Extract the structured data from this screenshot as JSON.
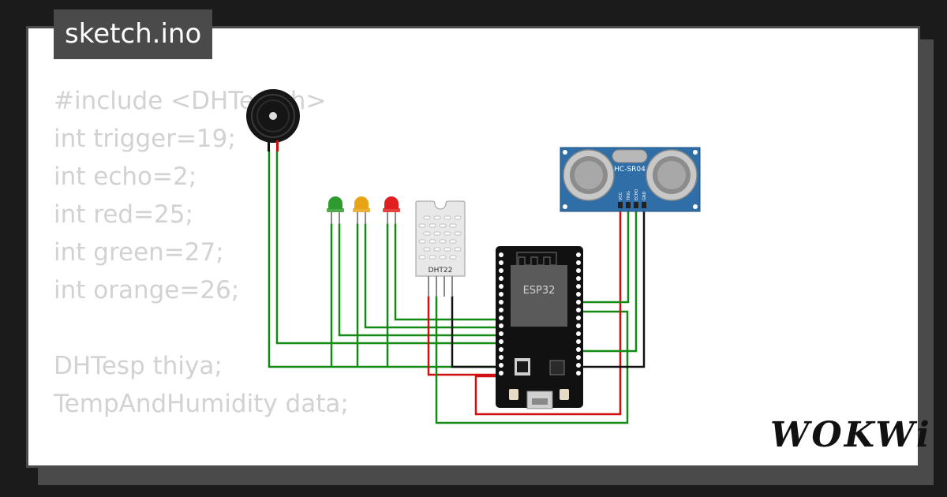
{
  "filename": "sketch.ino",
  "code_lines": [
    "#include <DHTesp.h>",
    "int trigger=19;",
    "int echo=2;",
    "int red=25;",
    "int green=27;",
    "int orange=26;",
    "",
    "DHTesp thiya;",
    "TempAndHumidity data;"
  ],
  "components": {
    "esp32_label": "ESP32",
    "dht_label": "DHT22",
    "ultrasonic_label": "HC-SR04",
    "ultrasonic_pins": [
      "VCC",
      "TRIG",
      "ECHO",
      "GND"
    ]
  },
  "led_colors": [
    "#2e9b2e",
    "#e8a317",
    "#e02020"
  ],
  "wire_colors": {
    "green": "#138a13",
    "red": "#d01010",
    "black": "#111111"
  },
  "logo": "WOKWi"
}
